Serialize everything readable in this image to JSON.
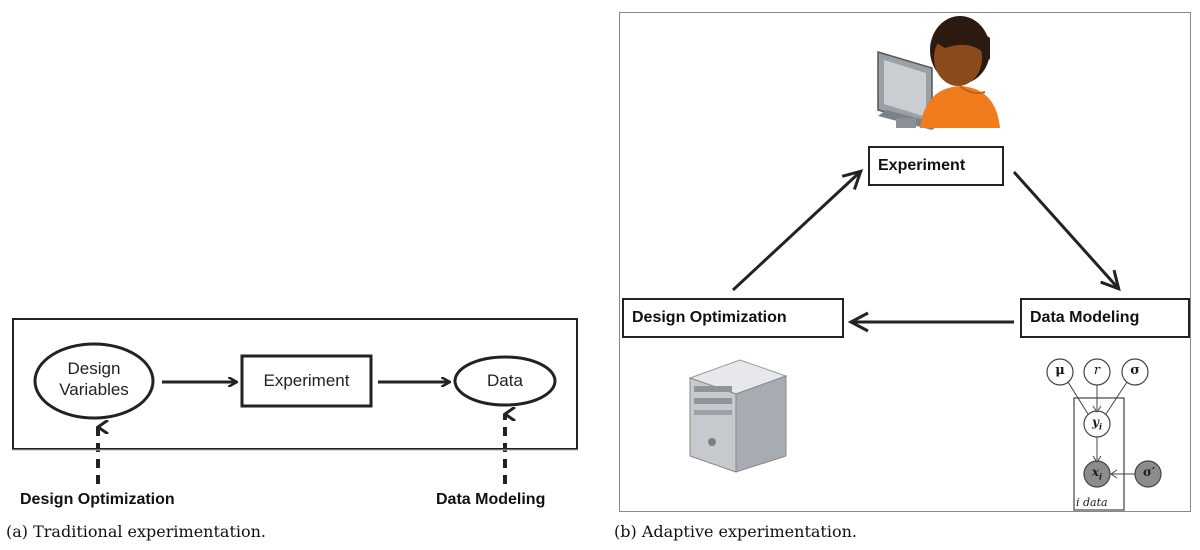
{
  "panel_a": {
    "nodes": {
      "design_variables": "Design\nVariables",
      "experiment": "Experiment",
      "data": "Data"
    },
    "external": {
      "design_optimization": "Design Optimization",
      "data_modeling": "Data Modeling"
    },
    "caption": "(a) Traditional experimentation."
  },
  "panel_b": {
    "nodes": {
      "experiment": "Experiment",
      "design_optimization": "Design Optimization",
      "data_modeling": "Data Modeling"
    },
    "graphical_model": {
      "mu": "μ",
      "r": "r",
      "sigma": "σ",
      "y": "y",
      "y_sub": "i",
      "x": "x",
      "x_sub": "i",
      "sigma_prime": "σ′",
      "plate_label": "i data"
    },
    "caption": "(b) Adaptive experimentation."
  },
  "colors": {
    "line": "#222222",
    "skin": "#8a4a1c",
    "shirt": "#f07c1e",
    "computer": "#b8bcc2",
    "pgm_shaded": "#8c8c8c"
  }
}
